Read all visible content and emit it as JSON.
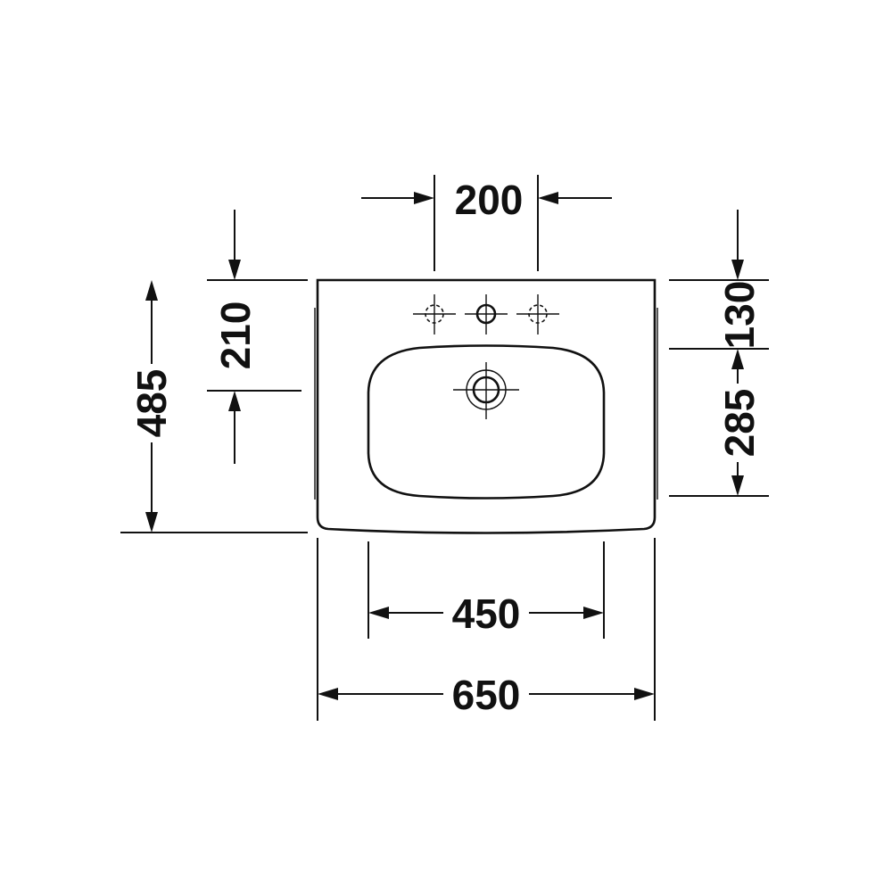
{
  "dimensions": {
    "tap_spacing": "200",
    "top_to_overflow": "210",
    "overall_depth": "485",
    "top_to_bowl": "130",
    "bowl_depth": "285",
    "bowl_width": "450",
    "overall_width": "650"
  },
  "colors": {
    "line": "#111111",
    "background": "#ffffff"
  }
}
